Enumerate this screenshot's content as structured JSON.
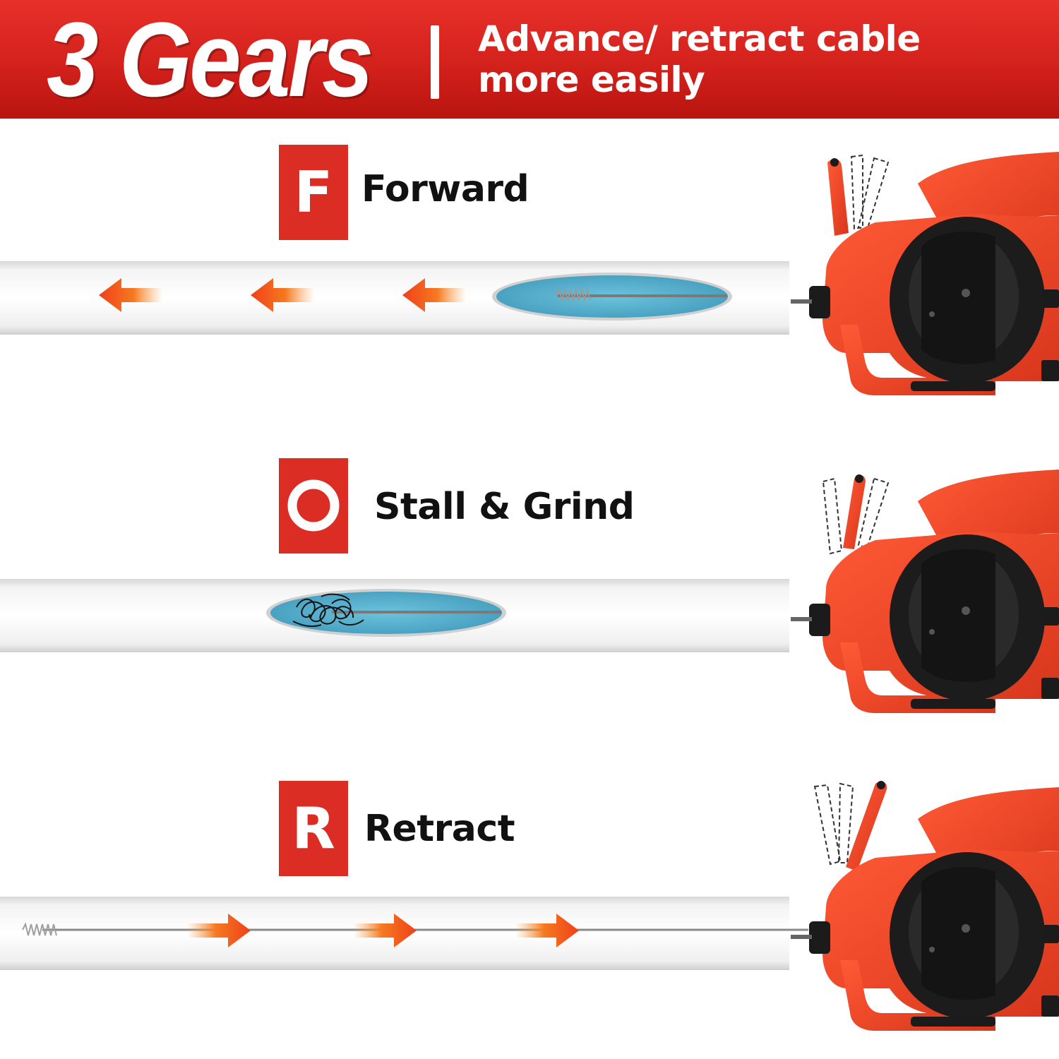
{
  "banner": {
    "title": "3 Gears",
    "subtitle_line1": "Advance/ retract cable",
    "subtitle_line2": "more easily"
  },
  "gears": [
    {
      "badge": "F",
      "label": "Forward",
      "icon": "forward-letter-icon"
    },
    {
      "badge": "O",
      "label": "Stall & Grind",
      "icon": "stall-circle-icon"
    },
    {
      "badge": "R",
      "label": "Retract",
      "icon": "retract-letter-icon"
    }
  ],
  "colors": {
    "brand_red": "#db2d24",
    "arrow_orange": "#f4511e",
    "clog_blue": "#5fb6d4",
    "tool_red": "#ee4226",
    "drum_black": "#1c1c1c"
  }
}
